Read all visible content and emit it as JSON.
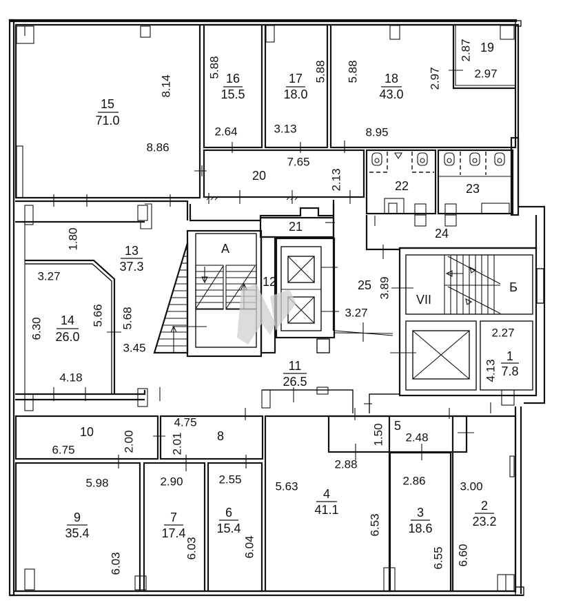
{
  "plan": {
    "colors": {
      "line": "#111111",
      "background": "#ffffff",
      "watermark": "#cfcfcf"
    },
    "rooms": [
      {
        "id": "15",
        "area": "71.0"
      },
      {
        "id": "16",
        "area": "15.5"
      },
      {
        "id": "17",
        "area": "18.0"
      },
      {
        "id": "18",
        "area": "43.0"
      },
      {
        "id": "19"
      },
      {
        "id": "20"
      },
      {
        "id": "21"
      },
      {
        "id": "22"
      },
      {
        "id": "23"
      },
      {
        "id": "24"
      },
      {
        "id": "25"
      },
      {
        "id": "13",
        "area": "37.3"
      },
      {
        "id": "14",
        "area": "26.0"
      },
      {
        "id": "12"
      },
      {
        "id": "11",
        "area": "26.5"
      },
      {
        "id": "10"
      },
      {
        "id": "8"
      },
      {
        "id": "9",
        "area": "35.4"
      },
      {
        "id": "7",
        "area": "17.4"
      },
      {
        "id": "6",
        "area": "15.4"
      },
      {
        "id": "4",
        "area": "41.1"
      },
      {
        "id": "5"
      },
      {
        "id": "3",
        "area": "18.6"
      },
      {
        "id": "2",
        "area": "23.2"
      },
      {
        "id": "1",
        "area": "7.8"
      }
    ],
    "stairs": [
      {
        "label": "A"
      },
      {
        "label": "Б"
      },
      {
        "label": "VII"
      }
    ],
    "dimensions": {
      "r15_h": "8.14",
      "r15_w": "8.86",
      "r16_h": "5.88",
      "r16_w": "2.64",
      "r17_h": "5.88",
      "r17_w": "3.13",
      "r18_h": "5.88",
      "r18_w": "8.95",
      "r18_h2": "2.97",
      "r19_h": "2.87",
      "r19_w": "2.97",
      "r20_w": "7.65",
      "r20_h": "2.13",
      "r13_h": "1.80",
      "r13_h2": "5.68",
      "r13_w": "3.45",
      "r14_w1": "3.27",
      "r14_h1": "6.30",
      "r14_h2": "5.66",
      "r14_w2": "4.18",
      "r25_h": "3.89",
      "r25_w": "3.27",
      "r1_w": "2.27",
      "r1_h": "4.13",
      "r10_w": "6.75",
      "r10_h": "2.00",
      "r8_w": "4.75",
      "r8_h": "2.01",
      "r9_w": "5.98",
      "r9_h": "6.03",
      "r7_w": "2.90",
      "r7_h": "6.03",
      "r6_w": "2.55",
      "r6_h": "6.04",
      "r4_w": "2.88",
      "r4_h1": "5.63",
      "r4_h2": "6.53",
      "r5_h": "1.50",
      "r5_w": "2.48",
      "r3_w": "2.86",
      "r3_h": "6.55",
      "r2_w": "3.00",
      "r2_h": "6.60"
    }
  }
}
